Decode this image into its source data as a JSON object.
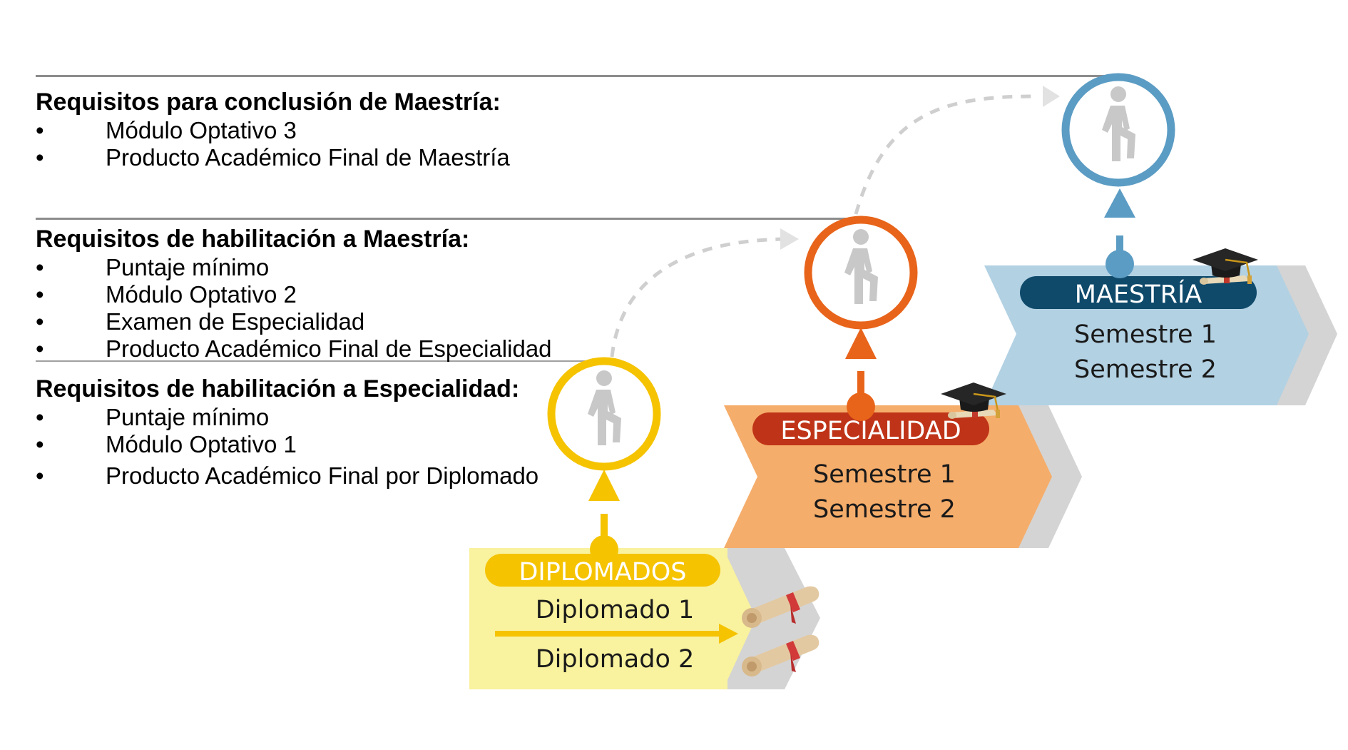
{
  "requirements": [
    {
      "title": "Requisitos para conclusión de Maestría:",
      "items": [
        "Módulo Optativo 3",
        "Producto Académico Final de Maestría"
      ]
    },
    {
      "title": "Requisitos de habilitación a Maestría:",
      "items": [
        "Puntaje mínimo",
        "Módulo Optativo 2",
        "Examen de Especialidad",
        "Producto Académico Final de Especialidad"
      ]
    },
    {
      "title": "Requisitos de habilitación a Especialidad:",
      "items": [
        "Puntaje mínimo",
        "Módulo Optativo 1",
        "Producto Académico Final por Diplomado"
      ]
    }
  ],
  "bullet": "•",
  "stages": {
    "diplomados": {
      "title": "DIPLOMADOS",
      "items": [
        "Diplomado 1",
        "Diplomado 2"
      ]
    },
    "especialidad": {
      "title": "ESPECIALIDAD",
      "items": [
        "Semestre 1",
        "Semestre 2"
      ]
    },
    "maestria": {
      "title": "MAESTRÍA",
      "items": [
        "Semestre 1",
        "Semestre 2"
      ]
    }
  },
  "colors": {
    "diplomados_body": "#f9f29e",
    "diplomados_accent": "#f5c300",
    "especialidad_body": "#f5ad6b",
    "especialidad_accent": "#e8641a",
    "especialidad_pill": "#bf3418",
    "maestria_body": "#b2d1e3",
    "maestria_accent": "#5b9cc4",
    "maestria_pill": "#0f4a6b",
    "shadow": "#d4d4d4",
    "dashed_arrow": "#cfcfcf",
    "rule": "#8c8c8c"
  },
  "icons": [
    "walking-person-icon",
    "graduation-cap-icon",
    "diploma-scroll-icon"
  ]
}
